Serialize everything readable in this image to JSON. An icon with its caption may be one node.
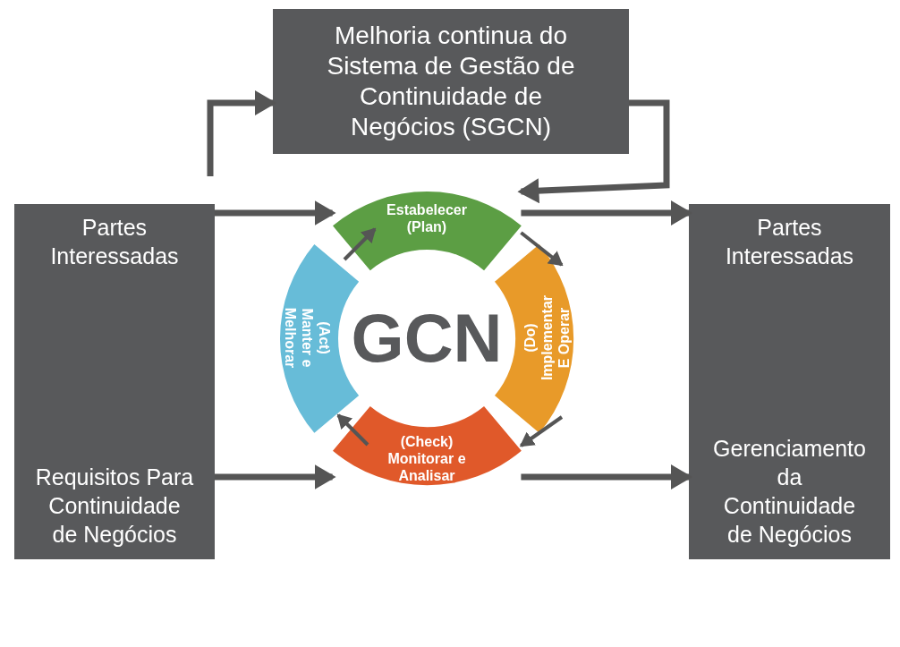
{
  "diagram": {
    "nodes": [
      {
        "text": [
          "Melhoria continua do Sistema de Gestão de Continuidade de Negócios (SGCN)"
        ]
      },
      {
        "text": [
          "Partes Interessadas",
          "Requisitos Para Continuidade de Negócios"
        ]
      },
      {
        "text": [
          "Partes Interessadas",
          "Gerenciamento da Continuidade de Negócios"
        ]
      },
      {
        "text": [
          "GCN"
        ]
      },
      {
        "text": [
          "Estabelecer (Plan)"
        ]
      },
      {
        "text": [
          "(Do) Implementar E Operar"
        ]
      },
      {
        "text": [
          "(Check) Monitorar e Analisar"
        ]
      },
      {
        "text": [
          "(Act) Manter e Melhorar"
        ]
      }
    ],
    "edges": [
      {
        "from": 1,
        "to": 4,
        "arrow": "to"
      },
      {
        "from": 1,
        "to": 6,
        "arrow": "to"
      },
      {
        "from": 4,
        "to": 2,
        "arrow": "to"
      },
      {
        "from": 6,
        "to": 2,
        "arrow": "to"
      },
      {
        "from": 4,
        "to": 5,
        "arrow": "to"
      },
      {
        "from": 5,
        "to": 6,
        "arrow": "to"
      },
      {
        "from": 6,
        "to": 7,
        "arrow": "to"
      },
      {
        "from": 7,
        "to": 4,
        "arrow": "to"
      },
      {
        "from": null,
        "to": 0,
        "arrow": "to"
      },
      {
        "from": 0,
        "to": 4,
        "arrow": "to"
      }
    ]
  }
}
